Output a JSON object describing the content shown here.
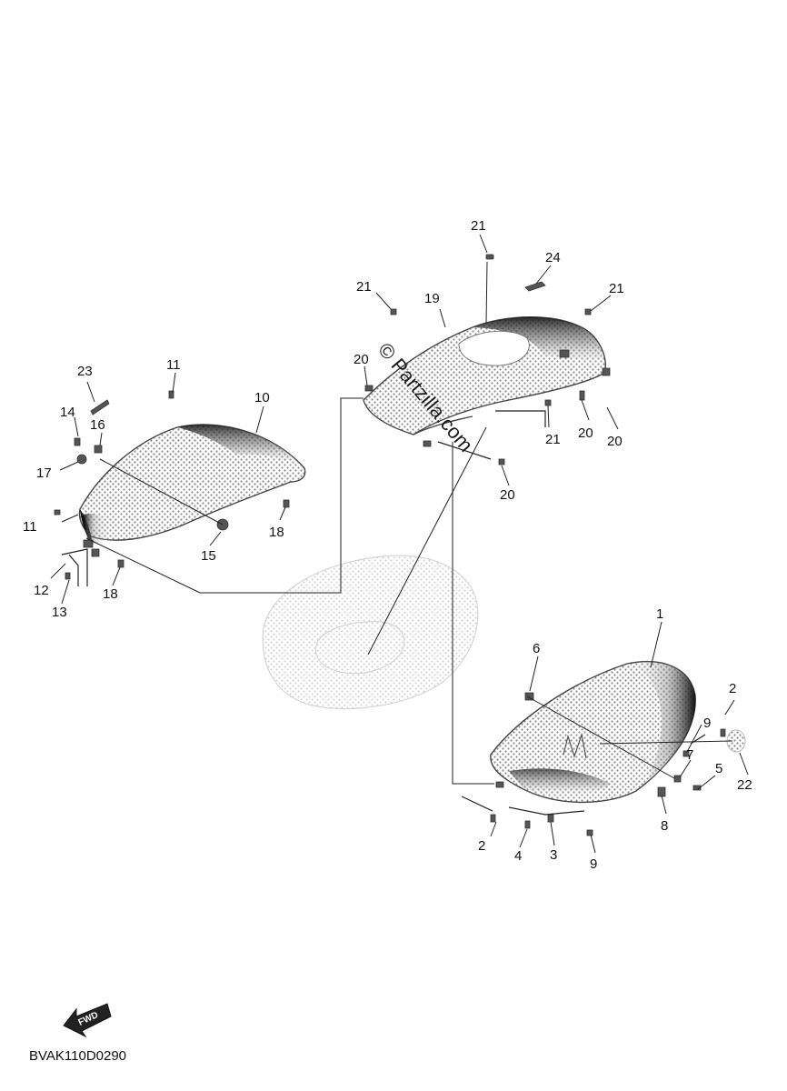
{
  "diagram": {
    "code": "BVAK110D0290",
    "watermark": "© Partzilla.com",
    "fwd_label": "FWD"
  },
  "callouts": [
    {
      "id": "c1",
      "label": "1"
    },
    {
      "id": "c2a",
      "label": "2"
    },
    {
      "id": "c2b",
      "label": "2"
    },
    {
      "id": "c3",
      "label": "3"
    },
    {
      "id": "c4",
      "label": "4"
    },
    {
      "id": "c5",
      "label": "5"
    },
    {
      "id": "c6",
      "label": "6"
    },
    {
      "id": "c7",
      "label": "7"
    },
    {
      "id": "c8",
      "label": "8"
    },
    {
      "id": "c9a",
      "label": "9"
    },
    {
      "id": "c9b",
      "label": "9"
    },
    {
      "id": "c10",
      "label": "10"
    },
    {
      "id": "c11a",
      "label": "11"
    },
    {
      "id": "c11b",
      "label": "11"
    },
    {
      "id": "c12",
      "label": "12"
    },
    {
      "id": "c13",
      "label": "13"
    },
    {
      "id": "c14",
      "label": "14"
    },
    {
      "id": "c15",
      "label": "15"
    },
    {
      "id": "c16",
      "label": "16"
    },
    {
      "id": "c17",
      "label": "17"
    },
    {
      "id": "c18a",
      "label": "18"
    },
    {
      "id": "c18b",
      "label": "18"
    },
    {
      "id": "c19",
      "label": "19"
    },
    {
      "id": "c20a",
      "label": "20"
    },
    {
      "id": "c20b",
      "label": "20"
    },
    {
      "id": "c20c",
      "label": "20"
    },
    {
      "id": "c20d",
      "label": "20"
    },
    {
      "id": "c21a",
      "label": "21"
    },
    {
      "id": "c21b",
      "label": "21"
    },
    {
      "id": "c21c",
      "label": "21"
    },
    {
      "id": "c21d",
      "label": "21"
    },
    {
      "id": "c22",
      "label": "22"
    },
    {
      "id": "c23",
      "label": "23"
    },
    {
      "id": "c24",
      "label": "24"
    }
  ]
}
